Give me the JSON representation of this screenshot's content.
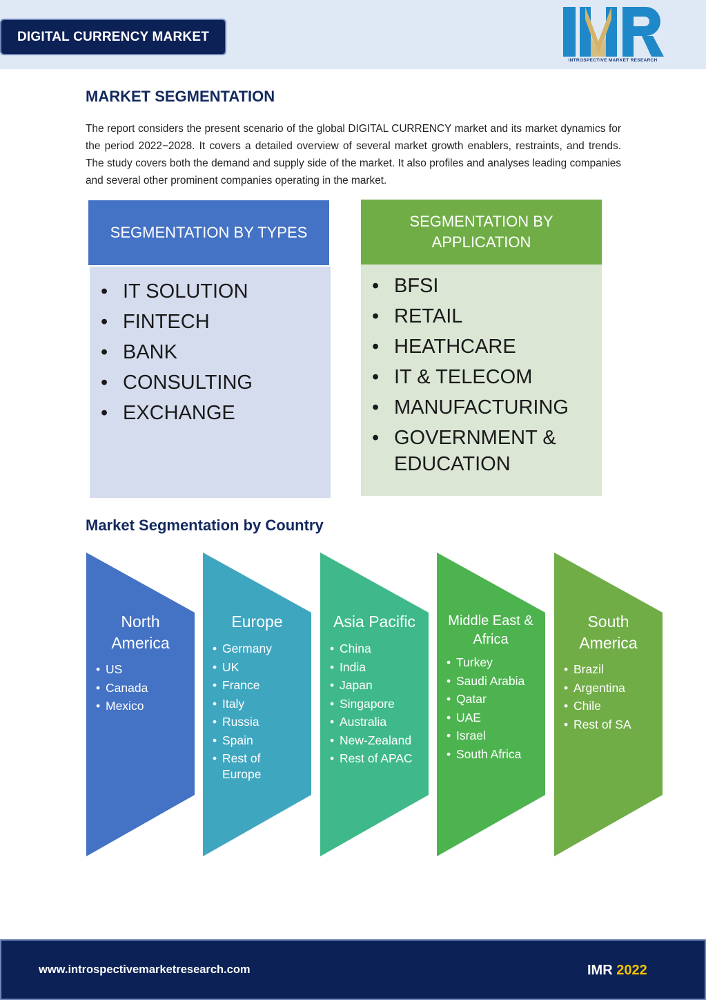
{
  "header": {
    "badge": "DIGITAL CURRENCY MARKET",
    "logo_text": "IMR",
    "logo_caption": "INTROSPECTIVE MARKET RESEARCH",
    "colors": {
      "navy": "#0c2155",
      "logo_blue": "#1e88c8",
      "logo_gold": "#d3b46a"
    }
  },
  "section": {
    "title": "MARKET SEGMENTATION",
    "intro": "The report considers the present scenario of the global DIGITAL CURRENCY market and its market dynamics for the period 2022−2028. It covers a detailed overview of several market growth enablers, restraints, and trends. The study covers both the demand and supply side of the market. It also profiles and analyses leading companies and several other prominent companies operating in the market."
  },
  "segments": {
    "types": {
      "title": "SEGMENTATION BY TYPES",
      "items": [
        "IT SOLUTION",
        "FINTECH",
        "BANK",
        "CONSULTING",
        "EXCHANGE"
      ],
      "color": "#4472c4"
    },
    "application": {
      "title": "SEGMENTATION BY APPLICATION",
      "items": [
        "BFSI",
        "RETAIL",
        "HEATHCARE",
        "IT & TELECOM",
        "MANUFACTURING",
        "GOVERNMENT & EDUCATION"
      ],
      "color": "#70ad47"
    }
  },
  "country": {
    "title": "Market Segmentation by Country",
    "regions": [
      {
        "name": "North America",
        "color": "#4472c4",
        "items": [
          "US",
          "Canada",
          "Mexico"
        ]
      },
      {
        "name": "Europe",
        "color": "#3fa6c0",
        "items": [
          "Germany",
          "UK",
          "France",
          "Italy",
          "Russia",
          "Spain",
          "Rest of Europe"
        ]
      },
      {
        "name": "Asia Pacific",
        "color": "#3fb98a",
        "items": [
          "China",
          "India",
          "Japan",
          "Singapore",
          "Australia",
          "New-Zealand",
          "Rest of APAC"
        ]
      },
      {
        "name": "Middle East & Africa",
        "color": "#4db34f",
        "items": [
          "Turkey",
          "Saudi Arabia",
          "Qatar",
          "UAE",
          "Israel",
          "South Africa"
        ]
      },
      {
        "name": "South America",
        "color": "#70ad47",
        "items": [
          "Brazil",
          "Argentina",
          "Chile",
          "Rest of SA"
        ]
      }
    ]
  },
  "footer": {
    "url": "www.introspectivemarketresearch.com",
    "brand": "IMR",
    "year": "2022"
  }
}
